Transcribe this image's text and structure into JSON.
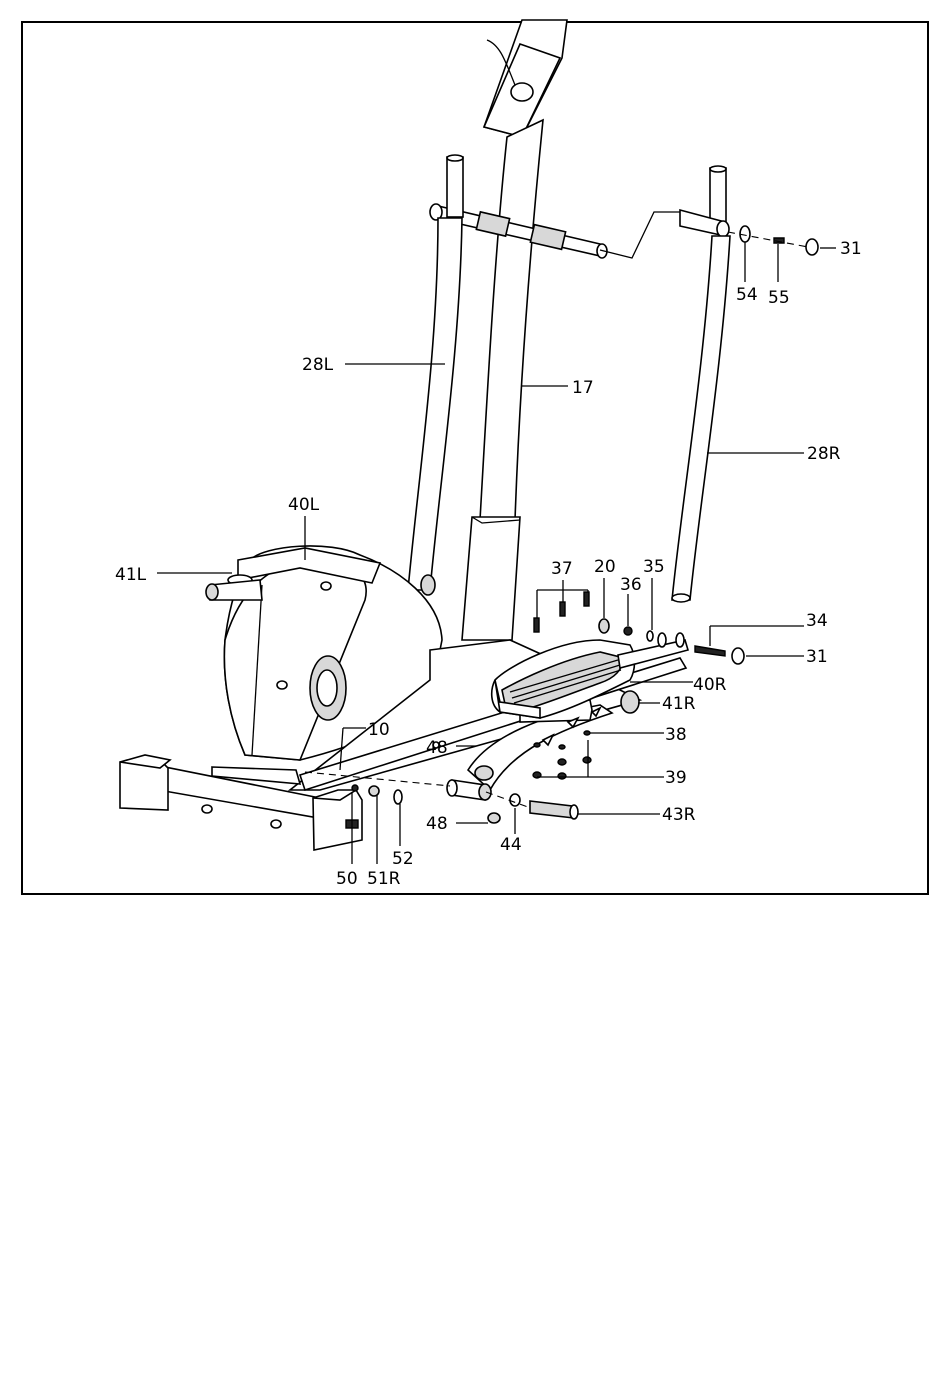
{
  "labels": {
    "p28L": "28L",
    "p17": "17",
    "p31a": "31",
    "p54": "54",
    "p55": "55",
    "p28R": "28R",
    "p40L": "40L",
    "p41L": "41L",
    "p37": "37",
    "p20": "20",
    "p36": "36",
    "p35": "35",
    "p34": "34",
    "p31b": "31",
    "p40R": "40R",
    "p41R": "41R",
    "p10": "10",
    "p48a": "48",
    "p38": "38",
    "p39": "39",
    "p48b": "48",
    "p43R": "43R",
    "p44": "44",
    "p50": "50",
    "p51R": "51R",
    "p52": "52"
  }
}
